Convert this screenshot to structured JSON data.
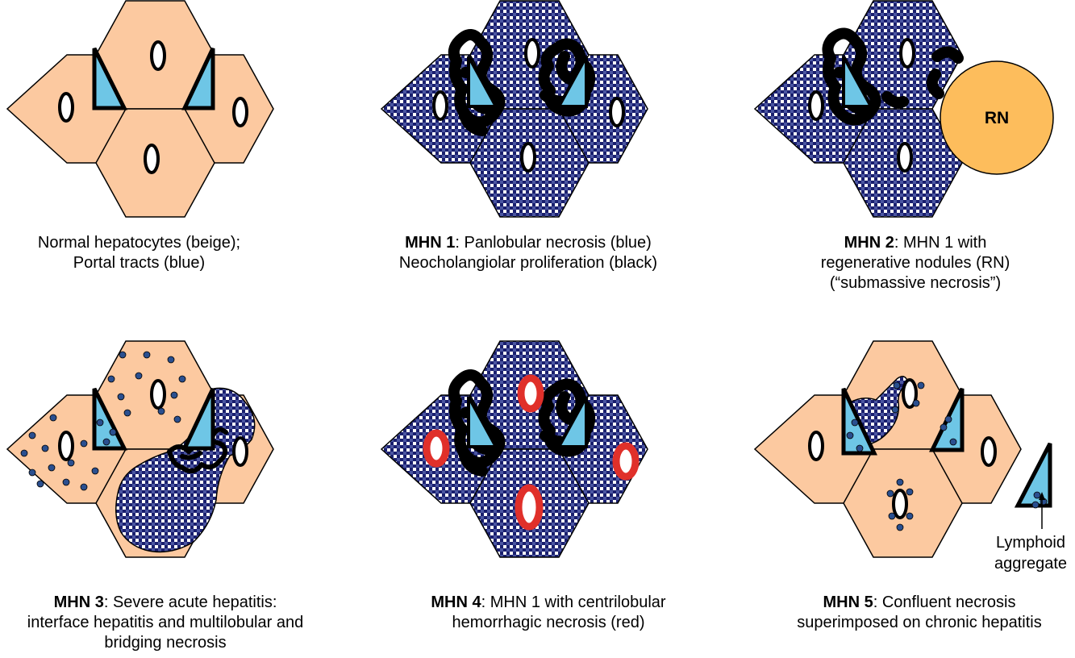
{
  "colors": {
    "beige": "#fcc9a0",
    "portal_blue": "#6ec6e6",
    "necrosis_navy": "#1a1f6e",
    "proliferation_black": "#000000",
    "hemorrhage_red": "#e0302a",
    "nodule_orange": "#fdbd5c",
    "lymphocyte": "#2a4f8f"
  },
  "panels": [
    {
      "id": "normal",
      "caption_bold": "",
      "caption_lines": [
        "Normal hepatocytes (beige);",
        "Portal tracts (blue)"
      ]
    },
    {
      "id": "mhn1",
      "caption_bold": "MHN 1",
      "caption_lines": [
        ": Panlobular necrosis (blue)",
        "Neocholangiolar proliferation (black)"
      ]
    },
    {
      "id": "mhn2",
      "caption_bold": "MHN 2",
      "caption_lines": [
        ": MHN 1 with",
        "regenerative nodules (RN)",
        "(“submassive necrosis”)"
      ],
      "nodule_label": "RN"
    },
    {
      "id": "mhn3",
      "caption_bold": "MHN 3",
      "caption_lines": [
        ": Severe acute hepatitis:",
        "interface hepatitis and multilobular and",
        "bridging necrosis"
      ]
    },
    {
      "id": "mhn4",
      "caption_bold": "MHN 4",
      "caption_lines": [
        ": MHN 1 with centrilobular",
        "hemorrhagic necrosis (red)"
      ]
    },
    {
      "id": "mhn5",
      "caption_bold": "MHN 5",
      "caption_lines": [
        ": Confluent necrosis",
        "superimposed on chronic hepatitis"
      ],
      "annotation_lines": [
        "Lymphoid",
        "aggregate"
      ]
    }
  ]
}
